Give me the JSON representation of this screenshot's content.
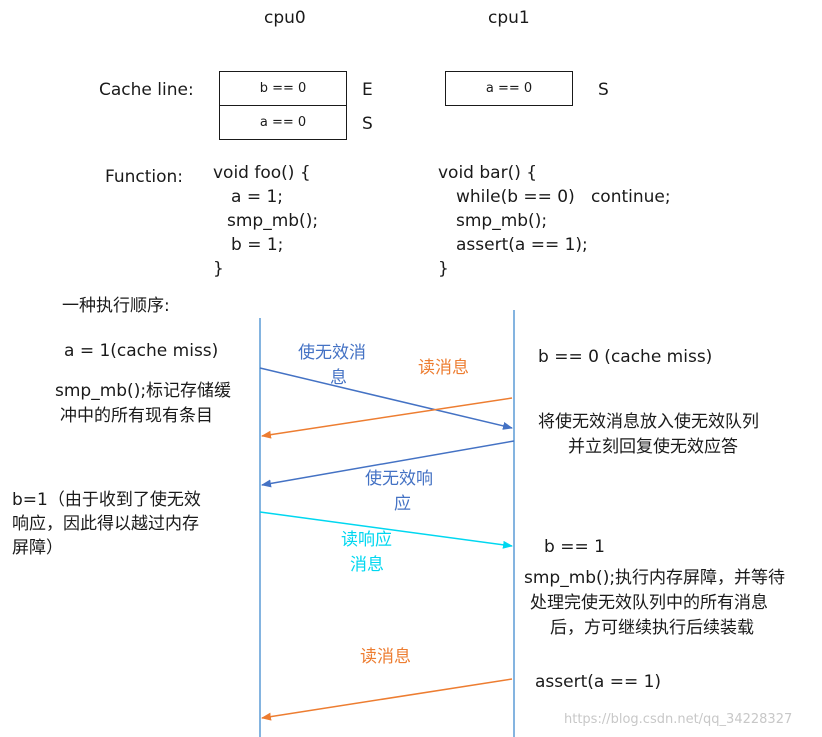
{
  "header": {
    "cpu0": "cpu0",
    "cpu1": "cpu1"
  },
  "cache": {
    "label": "Cache line:",
    "cpu0_line1": "b == 0",
    "cpu0_state1": "E",
    "cpu0_line2": "a == 0",
    "cpu0_state2": "S",
    "cpu1_line1": "a == 0",
    "cpu1_state1": "S"
  },
  "function": {
    "label": "Function:",
    "foo": [
      "void foo() {",
      "a = 1;",
      "smp_mb();",
      "b = 1;",
      "}"
    ],
    "bar": [
      "void bar() {",
      "while(b == 0)   continue;",
      "smp_mb();",
      "assert(a == 1);",
      "}"
    ]
  },
  "sequence": {
    "title": "一种执行顺序:",
    "left": {
      "a1": "a = 1(cache miss)",
      "smp": [
        "smp_mb();标记存储缓",
        "冲中的所有现有条目"
      ],
      "b1": [
        "b=1（由于收到了使无效",
        "响应，因此得以越过内存",
        "屏障）"
      ]
    },
    "right": {
      "b0": "b == 0 (cache miss)",
      "queue": [
        "将使无效消息放入使无效队列",
        "并立刻回复使无效应答"
      ],
      "b_eq1": "b == 1",
      "smp": [
        "smp_mb();执行内存屏障，并等待",
        "处理完使无效队列中的所有消息",
        "后，方可继续执行后续装载"
      ],
      "assert": "assert(a == 1)"
    },
    "messages": {
      "invalidate": [
        "使无效消",
        "息"
      ],
      "read1": "读消息",
      "inv_ack": [
        "使无效响",
        "应"
      ],
      "read_resp": [
        "读响应",
        "消息"
      ],
      "read2": "读消息"
    }
  },
  "watermark": "https://blog.csdn.net/qq_34228327",
  "colors": {
    "blue": "#4472c4",
    "orange": "#ed7d31",
    "cyan": "#00d7f0",
    "timeline": "#5b9bd5"
  }
}
